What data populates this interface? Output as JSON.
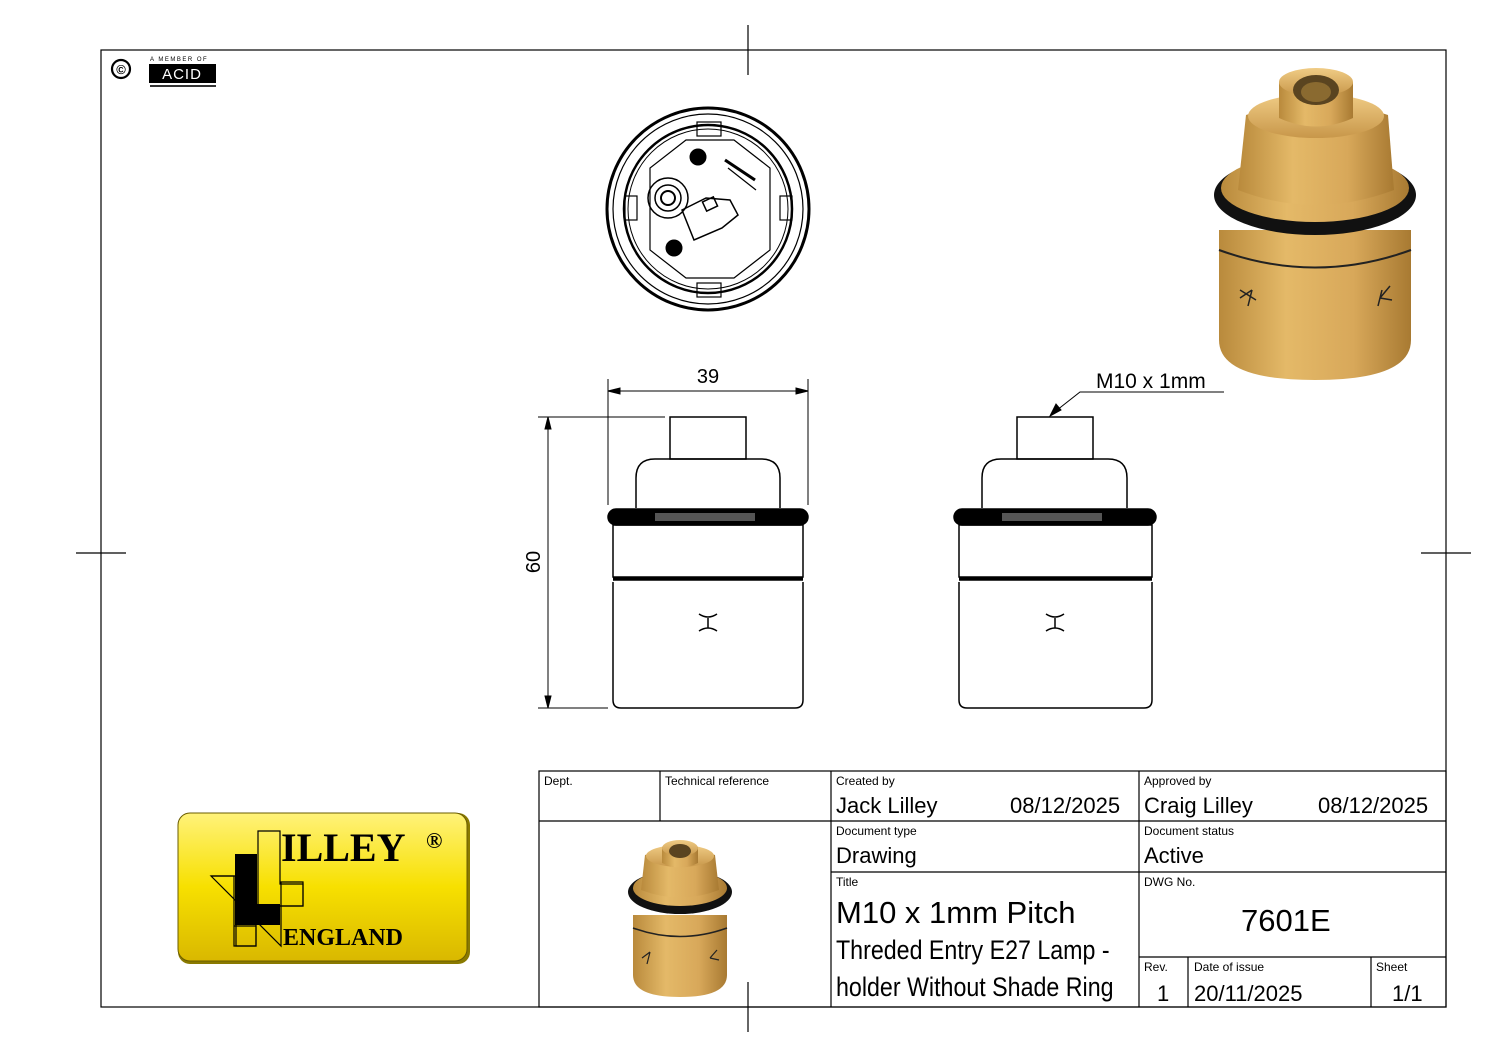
{
  "drawing": {
    "dimensions": {
      "width": "39",
      "height": "60",
      "thread": "M10 x 1mm"
    },
    "membership": {
      "copyright_symbol": "©",
      "member_line": "A MEMBER OF",
      "badge": "ACID"
    },
    "logo": {
      "brand": "ILLEY",
      "registered": "®",
      "country": "ENGLAND",
      "background": "#f7e000"
    },
    "body_color": "#dcae5f"
  },
  "title_block": {
    "dept_label": "Dept.",
    "dept_value": "",
    "tech_ref_label": "Technical reference",
    "tech_ref_value": "",
    "created_by_label": "Created by",
    "created_by": "Jack Lilley",
    "created_date": "08/12/2025",
    "approved_by_label": "Approved by",
    "approved_by": "Craig Lilley",
    "approved_date": "08/12/2025",
    "doc_type_label": "Document type",
    "doc_type": "Drawing",
    "doc_status_label": "Document status",
    "doc_status": "Active",
    "title_label": "Title",
    "title_line1": "M10 x 1mm Pitch",
    "title_line2": "Threded Entry E27 Lamp -",
    "title_line3": "holder Without Shade Ring",
    "dwg_no_label": "DWG No.",
    "dwg_no": "7601E",
    "rev_label": "Rev.",
    "rev": "1",
    "date_of_issue_label": "Date of issue",
    "date_of_issue": "20/11/2025",
    "sheet_label": "Sheet",
    "sheet": "1/1"
  }
}
